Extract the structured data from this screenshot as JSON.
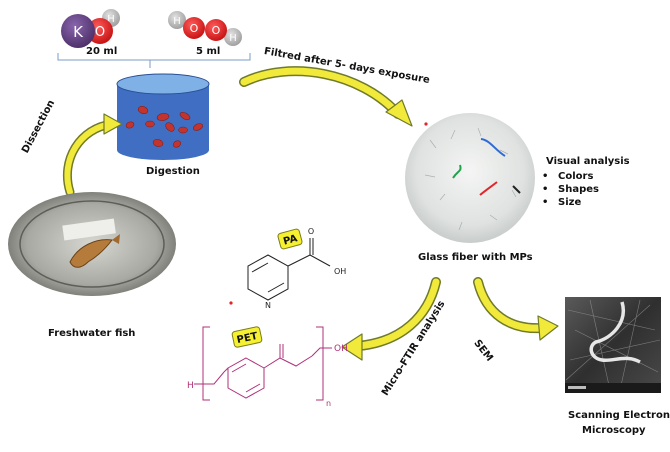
{
  "reagents": {
    "koh": {
      "k": "K",
      "o": "O",
      "h": "H",
      "volume": "20 ml"
    },
    "h2o2": {
      "h1": "H",
      "o1": "O",
      "o2": "O",
      "h2": "H",
      "volume": "5 ml"
    }
  },
  "steps": {
    "dissection": "Dissection",
    "digestion": "Digestion",
    "filtration": "Filtred after 5- days exposure",
    "glass_fiber": "Glass fiber with MPs",
    "freshwater_fish": "Freshwater fish",
    "micro_ftir": "Micro-FTIR analysis",
    "sem": "SEM",
    "sem_full_line1": "Scanning Electron",
    "sem_full_line2": "Microscopy"
  },
  "visual_analysis": {
    "title": "Visual analysis",
    "items": [
      "Colors",
      "Shapes",
      "Size"
    ]
  },
  "polymers": {
    "pa": {
      "badge": "PA",
      "o": "O",
      "oh": "OH",
      "n": "N"
    },
    "pet": {
      "badge": "PET",
      "h": "H",
      "oh": "OH",
      "n": "n"
    }
  },
  "colors": {
    "arrow_fill": "#f2ea3a",
    "arrow_stroke": "#6f7a2a",
    "potassium": "#5b3a7a",
    "oxygen": "#e31b1b",
    "hydrogen": "#b3b3b3",
    "beaker_body": "#3f6ec2",
    "beaker_top": "#7fb0e6",
    "pet_structure": "#b0307a",
    "badge_fill": "#f5f030"
  }
}
